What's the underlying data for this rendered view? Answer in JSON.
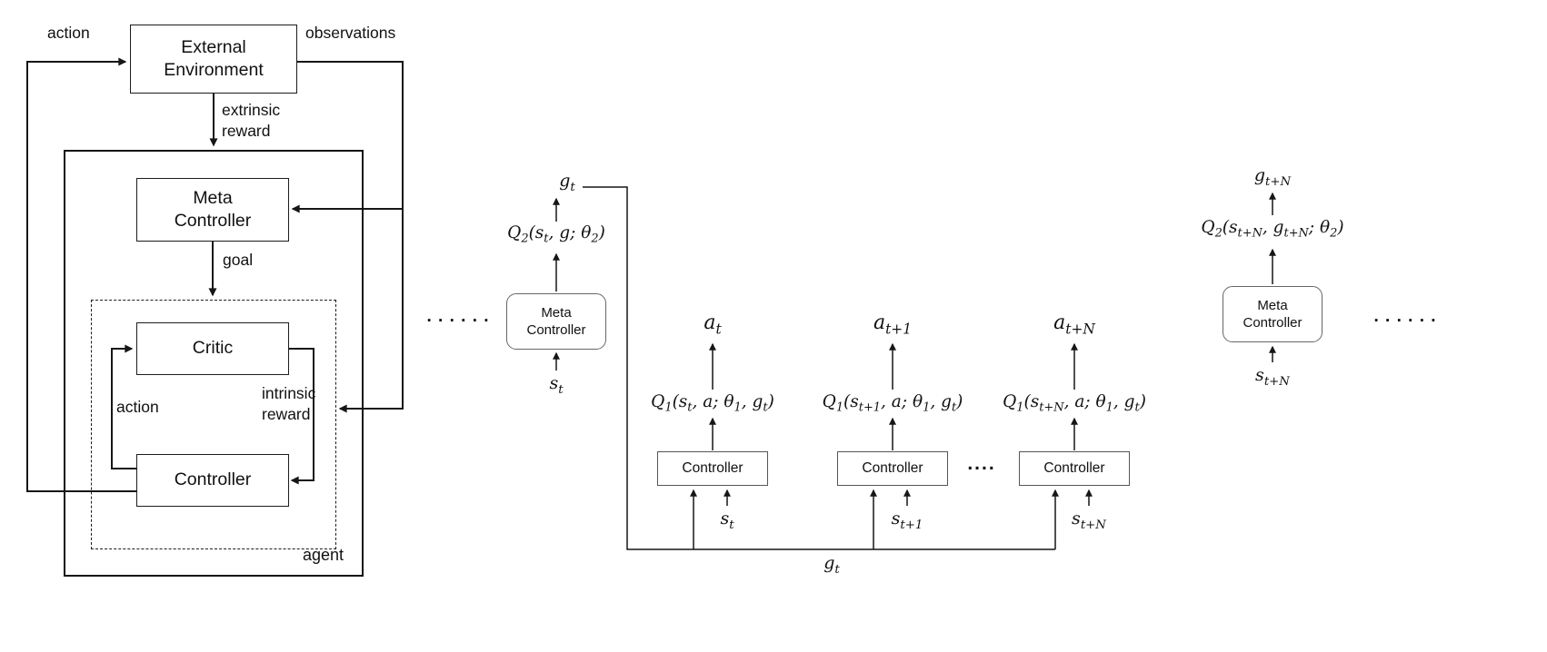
{
  "figure": {
    "left": {
      "env_line1": "External",
      "env_line2": "Environment",
      "action_outer": "action",
      "observations": "observations",
      "extrinsic_line1": "extrinsic",
      "extrinsic_line2": "reward",
      "meta_line1": "Meta",
      "meta_line2": "Controller",
      "goal": "goal",
      "critic": "Critic",
      "action_inner": "action",
      "intrinsic_line1": "intrinsic",
      "intrinsic_line2": "reward",
      "controller": "Controller",
      "agent": "agent"
    },
    "right": {
      "dots_left": ". . . . . .",
      "dots_mid": "....",
      "dots_right": ". . . . . .",
      "meta1": {
        "line1": "Meta",
        "line2": "Controller",
        "g": "g~t~",
        "q": "Q~2~(s~t~, g; θ~2~)",
        "s": "s~t~"
      },
      "meta2": {
        "line1": "Meta",
        "line2": "Controller",
        "g": "g~t+N~",
        "q": "Q~2~(s~t+N~, g~t+N~; θ~2~)",
        "s": "s~t+N~"
      },
      "controllers": [
        {
          "label": "Controller",
          "a": "a~t~",
          "q": "Q~1~(s~t~, a; θ~1~, g~t~)",
          "s": "s~t~"
        },
        {
          "label": "Controller",
          "a": "a~t+1~",
          "q": "Q~1~(s~t+1~, a; θ~1~, g~t~)",
          "s": "s~t+1~"
        },
        {
          "label": "Controller",
          "a": "a~t+N~",
          "q": "Q~1~(s~t+N~, a; θ~1~, g~t~)",
          "s": "s~t+N~"
        }
      ],
      "g_bottom": "g~t~"
    },
    "colors": {
      "ink": "#111111"
    }
  }
}
